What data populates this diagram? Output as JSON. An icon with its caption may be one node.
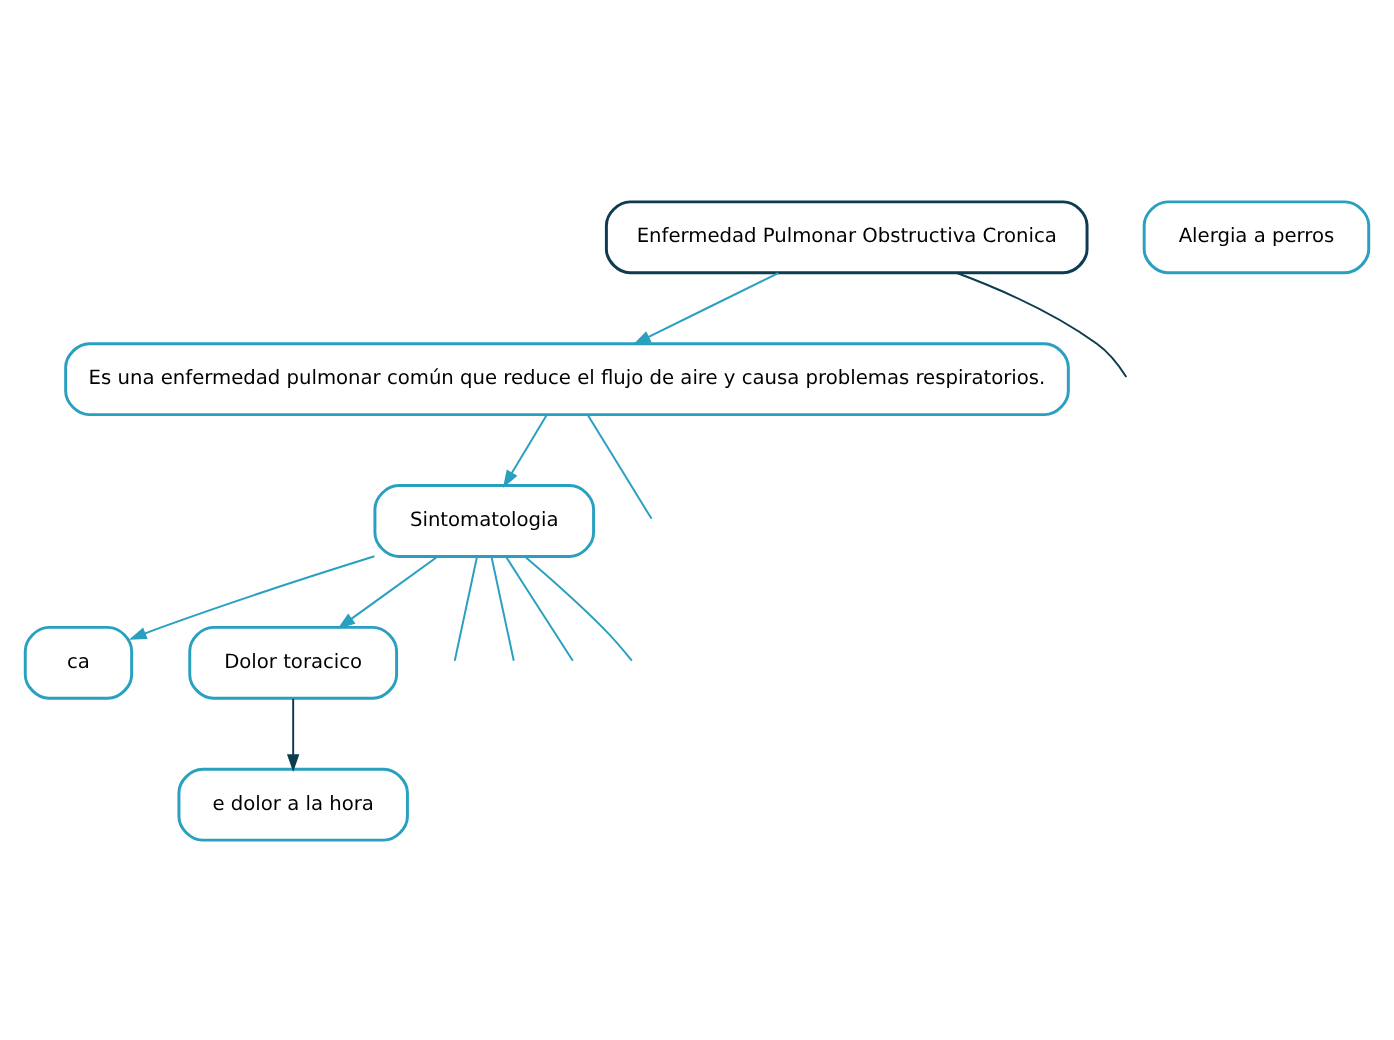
{
  "diagram": {
    "nodes": [
      {
        "text": [
          "Enfermedad Pulmonar Obstructiva Cronica"
        ]
      },
      {
        "text": [
          "Es una enfermedad pulmonar común que reduce el flujo de aire y causa problemas respiratorios."
        ]
      },
      {
        "text": [
          "Sintomatologia"
        ]
      },
      {
        "text": [
          "ca"
        ]
      },
      {
        "text": [
          "Dolor toracico"
        ]
      },
      {
        "text": [
          "e dolor a la hora"
        ]
      },
      {
        "text": [
          "Alergia a perros"
        ]
      }
    ],
    "edges": [
      {
        "from": 0,
        "to": null,
        "arrow": "none",
        "color": "#0d3b4f"
      },
      {
        "from": 0,
        "to": 1,
        "arrow": "to"
      },
      {
        "from": 1,
        "to": null,
        "arrow": "none"
      },
      {
        "from": 1,
        "to": 2,
        "arrow": "to"
      },
      {
        "from": 2,
        "to": 3,
        "arrow": "to"
      },
      {
        "from": 2,
        "to": 4,
        "arrow": "to"
      },
      {
        "from": 4,
        "to": 5,
        "arrow": "to",
        "color": "#0d3b4f"
      },
      {
        "from": 2,
        "to": null,
        "arrow": "none"
      },
      {
        "from": 2,
        "to": null,
        "arrow": "none"
      },
      {
        "from": 2,
        "to": null,
        "arrow": "none"
      },
      {
        "from": 2,
        "to": null,
        "arrow": "none"
      }
    ]
  }
}
